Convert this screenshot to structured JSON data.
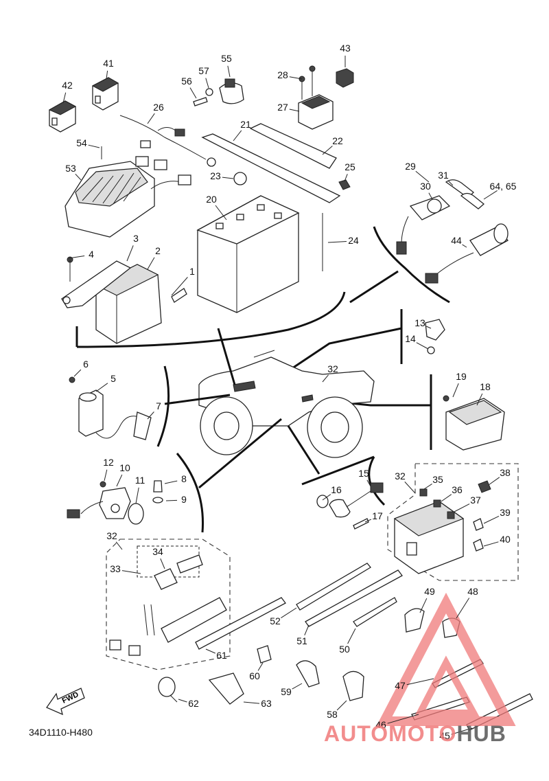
{
  "diagram": {
    "code": "34D1110-H480",
    "fwd_label": "FWD",
    "watermark": {
      "brand_left": "AUTOMOTO",
      "brand_right": "HUB",
      "color_primary": "#f07a7a",
      "color_secondary": "#555555"
    },
    "callouts": {
      "c1": "1",
      "c2": "2",
      "c3": "3",
      "c4": "4",
      "c5": "5",
      "c6": "6",
      "c7": "7",
      "c8": "8",
      "c9": "9",
      "c10": "10",
      "c11": "11",
      "c12": "12",
      "c13": "13",
      "c14": "14",
      "c15": "15",
      "c16": "16",
      "c17": "17",
      "c18": "18",
      "c19": "19",
      "c20": "20",
      "c21": "21",
      "c22": "22",
      "c23": "23",
      "c24": "24",
      "c25": "25",
      "c26": "26",
      "c27": "27",
      "c28": "28",
      "c29": "29",
      "c30": "30",
      "c31": "31",
      "c32a": "32",
      "c32b": "32",
      "c32c": "32",
      "c33": "33",
      "c34": "34",
      "c35": "35",
      "c36": "36",
      "c37": "37",
      "c38": "38",
      "c39": "39",
      "c40": "40",
      "c41": "41",
      "c42": "42",
      "c43": "43",
      "c44": "44",
      "c45": "45",
      "c46": "46",
      "c47": "47",
      "c48": "48",
      "c49": "49",
      "c50": "50",
      "c51": "51",
      "c52": "52",
      "c53": "53",
      "c54": "54",
      "c55": "55",
      "c56": "56",
      "c57": "57",
      "c58": "58",
      "c59": "59",
      "c60": "60",
      "c61": "61",
      "c62": "62",
      "c63": "63",
      "c6465": "64, 65"
    }
  }
}
